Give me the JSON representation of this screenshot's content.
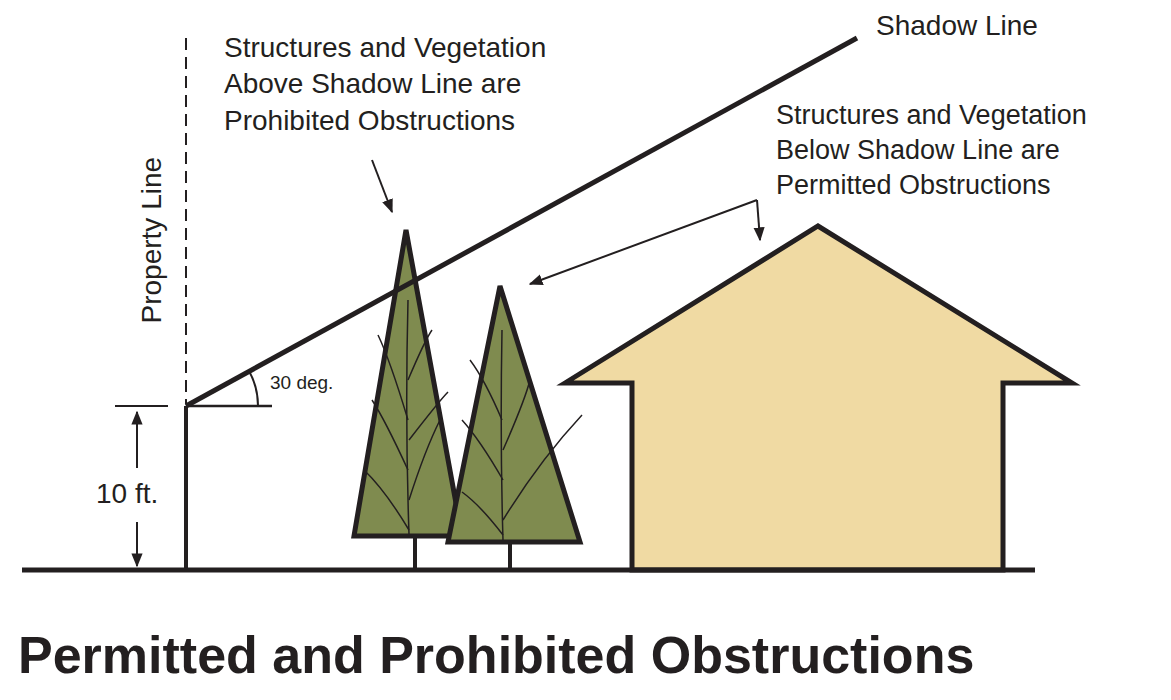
{
  "diagram": {
    "title": "Permitted and Prohibited Obstructions",
    "labels": [
      "Shadow Line",
      "Structures and Vegetation Above Shadow Line are Prohibited Obstructions",
      "Structures and Vegetation Below Shadow Line are Permitted Obstructions",
      "Property Line",
      "30 deg.",
      "10 ft."
    ]
  }
}
